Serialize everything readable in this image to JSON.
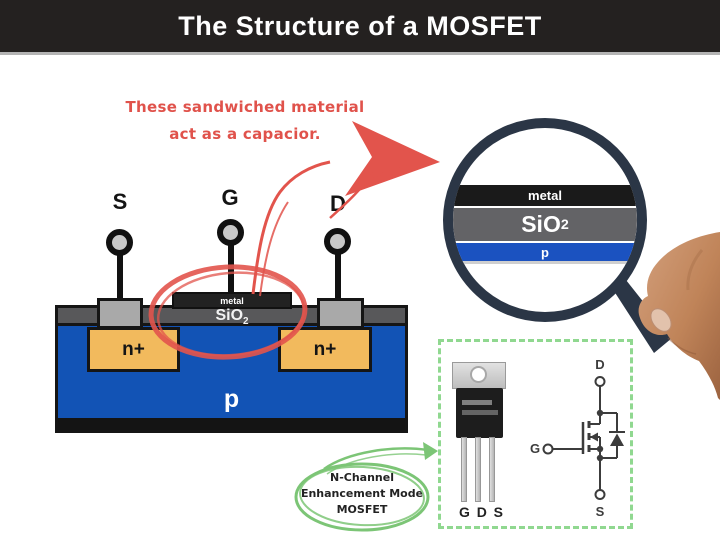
{
  "header": {
    "title": "The Structure of a MOSFET"
  },
  "annotation": {
    "line1": "These sandwiched material",
    "line2": "act as a capacior."
  },
  "cross_section": {
    "terminal_s": "S",
    "terminal_g": "G",
    "terminal_d": "D",
    "metal_label": "metal",
    "oxide_label": "SiO",
    "oxide_sub": "2",
    "n_left": "n+",
    "n_right": "n+",
    "substrate_label": "p"
  },
  "lens": {
    "band_metal": "metal",
    "band_oxide": "SiO",
    "band_oxide_sub": "2",
    "band_p": "p"
  },
  "callout": {
    "line1": "N-Channel",
    "line2": "Enhancement Mode",
    "line3": "MOSFET"
  },
  "package": {
    "pin_g": "G",
    "pin_d": "D",
    "pin_s": "S"
  },
  "schematic": {
    "drain": "D",
    "gate": "G",
    "source": "S"
  },
  "colors": {
    "header_bg": "#242120",
    "sketch_red": "#e0524b",
    "sketch_green": "#7cc576",
    "dashed_green": "#90d890",
    "substrate_blue": "#1253b5",
    "n_orange": "#f2ba5d",
    "oxide_gray": "#58585a",
    "metal_black": "#222222",
    "pad_gray": "#a9a9a9",
    "lens_ring": "#2b3646",
    "lens_p_blue": "#1b52c0"
  }
}
